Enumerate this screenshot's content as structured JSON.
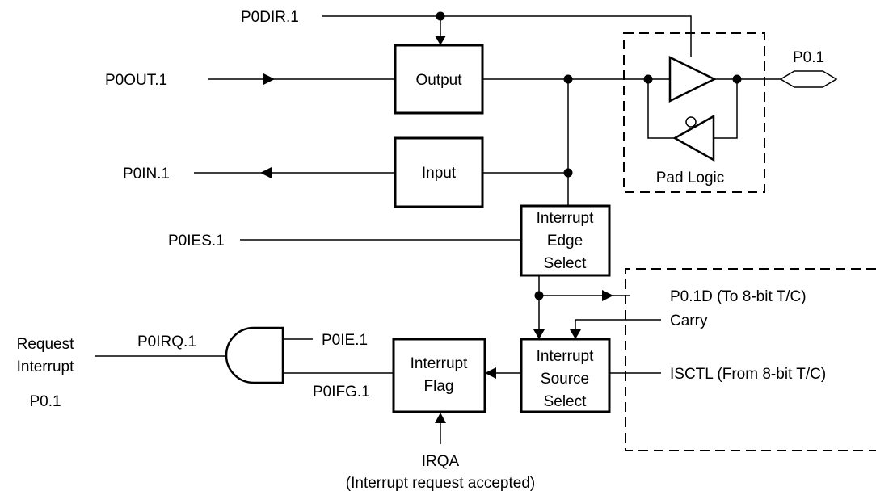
{
  "signals": {
    "p0dir": "P0DIR.1",
    "p0out": "P0OUT.1",
    "p0in": "P0IN.1",
    "p0ies": "P0IES.1",
    "p0irq": "P0IRQ.1",
    "p0ie": "P0IE.1",
    "p0ifg": "P0IFG.1",
    "pin": "P0.1",
    "p01d": "P0.1D (To 8-bit T/C)",
    "carry": "Carry",
    "isctl": "ISCTL (From 8-bit T/C)",
    "irqa": "IRQA",
    "irqa_note": "(Interrupt request accepted)"
  },
  "blocks": {
    "output": "Output",
    "input": "Input",
    "pad_logic": "Pad Logic",
    "edge_select": [
      "Interrupt",
      "Edge",
      "Select"
    ],
    "interrupt_flag": [
      "Interrupt",
      "Flag"
    ],
    "source_select": [
      "Interrupt",
      "Source",
      "Select"
    ]
  },
  "request": [
    "Request",
    "Interrupt",
    "P0.1"
  ]
}
